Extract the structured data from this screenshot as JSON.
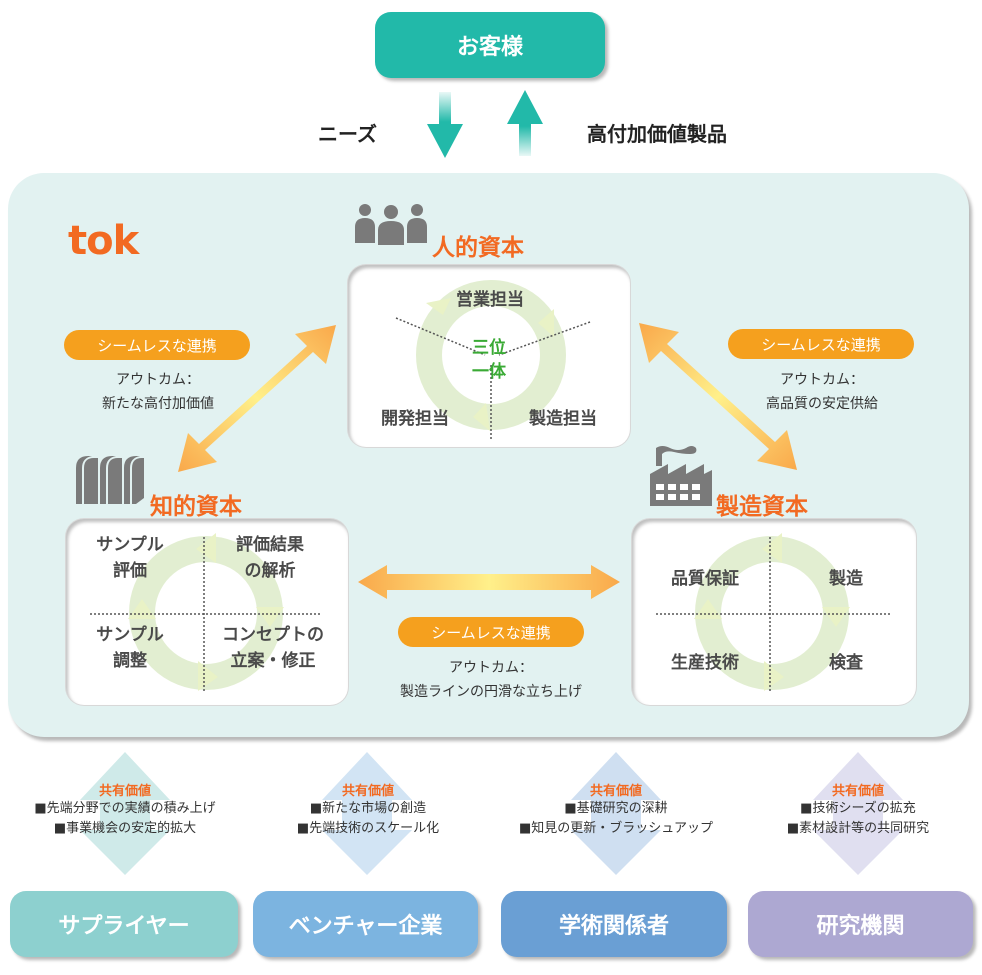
{
  "customer": {
    "label": "お客様"
  },
  "flows": {
    "needs": "ニーズ",
    "products": "高付加価値製品"
  },
  "logo": {
    "text": "tok",
    "color": "#f26a22"
  },
  "capitals": {
    "human": {
      "title": "人的資本",
      "icon": "people-icon",
      "roles": [
        "営業担当",
        "開発担当",
        "製造担当"
      ],
      "center": [
        "三位",
        "一体"
      ]
    },
    "intellectual": {
      "title": "知的資本",
      "icon": "books-icon",
      "quadrants": [
        [
          "サンプル",
          "評価"
        ],
        [
          "評価結果",
          "の解析"
        ],
        [
          "サンプル",
          "調整"
        ],
        [
          "コンセプトの",
          "立案・修正"
        ]
      ]
    },
    "manufacturing": {
      "title": "製造資本",
      "icon": "factory-icon",
      "quadrants": [
        "品質保証",
        "製造",
        "生産技術",
        "検査"
      ]
    }
  },
  "links": [
    {
      "pill": "シームレスな連携",
      "outcome_label": "アウトカム：",
      "outcome": "新たな高付加価値"
    },
    {
      "pill": "シームレスな連携",
      "outcome_label": "アウトカム：",
      "outcome": "高品質の安定供給"
    },
    {
      "pill": "シームレスな連携",
      "outcome_label": "アウトカム：",
      "outcome": "製造ラインの円滑な立ち上げ"
    }
  ],
  "stakeholders": [
    {
      "name": "サプライヤー",
      "color": "#8dd0cf",
      "arrow_color": "#cfeae9",
      "shared_title": "共有価値",
      "items": [
        "■先端分野での実績の積み上げ",
        "■事業機会の安定的拡大"
      ]
    },
    {
      "name": "ベンチャー企業",
      "color": "#7cb4e0",
      "arrow_color": "#d2e4f4",
      "shared_title": "共有価値",
      "items": [
        "■新たな市場の創造",
        "■先端技術のスケール化"
      ]
    },
    {
      "name": "学術関係者",
      "color": "#6a9fd4",
      "arrow_color": "#cfdff1",
      "shared_title": "共有価値",
      "items": [
        "■基礎研究の深耕",
        "■知見の更新・ブラッシュアップ"
      ]
    },
    {
      "name": "研究機関",
      "color": "#ada8d2",
      "arrow_color": "#e0dff0",
      "shared_title": "共有価値",
      "items": [
        "■技術シーズの拡充",
        "■素材設計等の共同研究"
      ]
    }
  ],
  "colors": {
    "teal": "#22b9a9",
    "panel": "#e2f2f1",
    "accent_orange": "#f26a22",
    "pill_orange": "#f5a01e"
  }
}
